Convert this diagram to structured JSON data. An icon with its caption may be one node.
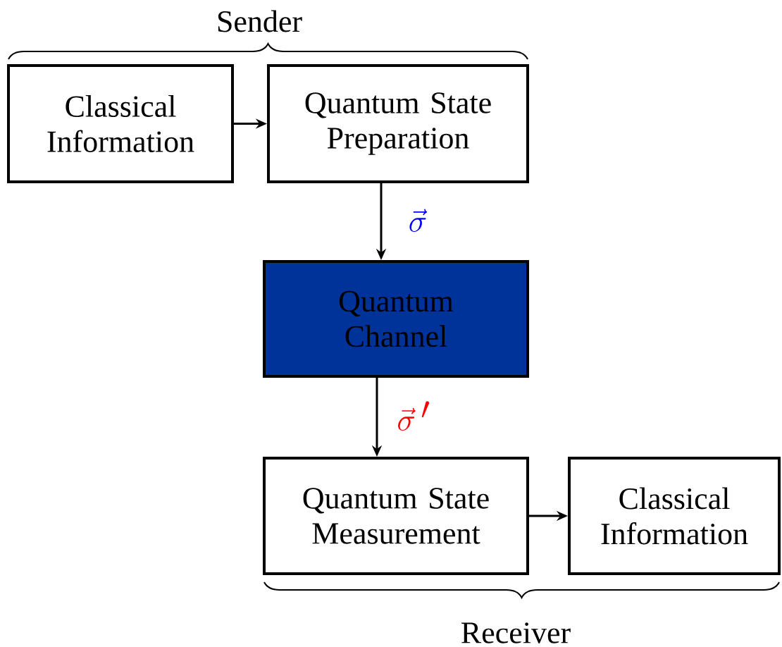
{
  "diagram": {
    "nodes": [
      {
        "text": [
          "Classical Information"
        ]
      },
      {
        "text": [
          "Quantum State Preparation"
        ]
      },
      {
        "text": [
          "Quantum Channel"
        ]
      },
      {
        "text": [
          "Quantum State Measurement"
        ]
      },
      {
        "text": [
          "Classical Information"
        ]
      }
    ],
    "edges": [
      {
        "from": 0,
        "to": 1,
        "arrow": "to"
      },
      {
        "from": 1,
        "to": 2,
        "arrow": "to",
        "label": "\\vec{\\sigma}"
      },
      {
        "from": 2,
        "to": 3,
        "arrow": "to",
        "label": "\\vec{\\sigma}\\,'"
      },
      {
        "from": 3,
        "to": 4,
        "arrow": "to"
      }
    ],
    "labels": [
      "Sender",
      "Receiver"
    ]
  }
}
